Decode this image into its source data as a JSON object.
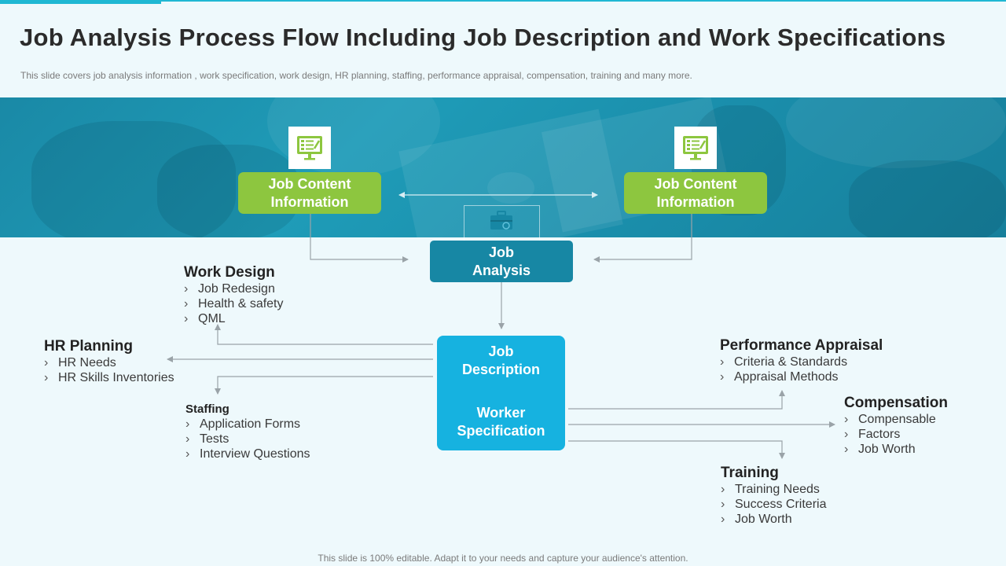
{
  "header": {
    "title": "Job Analysis Process Flow Including Job Description and Work Specifications",
    "subtitle": "This slide covers job analysis information  , work specification, work design, HR planning, staffing, performance  appraisal, compensation, training and many more."
  },
  "diagram": {
    "left_source": {
      "label": "Job Content Information",
      "icon": "monitor-checklist-icon"
    },
    "right_source": {
      "label": "Job Content Information",
      "icon": "monitor-checklist-icon"
    },
    "center_icon": "briefcase-icon",
    "job_analysis": "Job Analysis",
    "job_description": "Job Description",
    "worker_specification": "Worker Specification",
    "work_design": {
      "heading": "Work Design",
      "items": [
        "Job Redesign",
        "Health & safety",
        "QML"
      ]
    },
    "hr_planning": {
      "heading": "HR Planning",
      "items": [
        "HR Needs",
        "HR Skills Inventories"
      ]
    },
    "staffing": {
      "heading": "Staffing",
      "items": [
        "Application Forms",
        "Tests",
        "Interview  Questions"
      ]
    },
    "performance_appraisal": {
      "heading": "Performance Appraisal",
      "items": [
        "Criteria & Standards",
        "Appraisal Methods"
      ]
    },
    "compensation": {
      "heading": "Compensation",
      "items": [
        "Compensable",
        "Factors",
        "Job Worth"
      ]
    },
    "training": {
      "heading": "Training",
      "items": [
        "Training Needs",
        "Success Criteria",
        "Job Worth"
      ]
    },
    "bullet": "›"
  },
  "colors": {
    "accent": "#1fb8d3",
    "green": "#8dc63f",
    "dark_teal": "#1787a4",
    "bright_blue": "#16b2e0",
    "banner": "#1a8eab"
  },
  "footer": "This slide is 100% editable. Adapt it to your needs and capture your audience's attention."
}
